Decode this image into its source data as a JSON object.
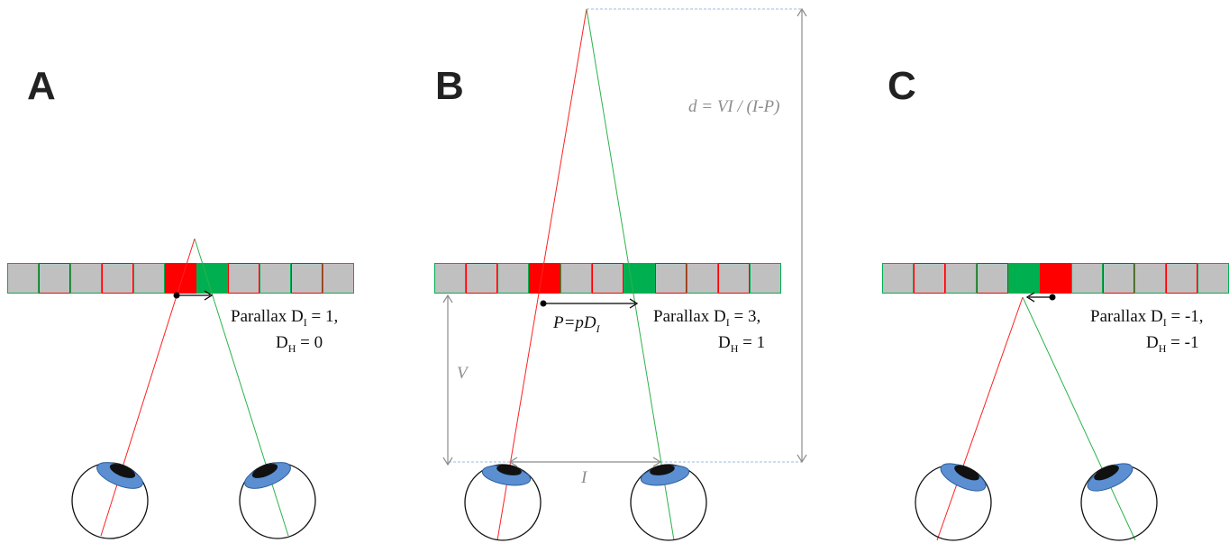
{
  "colors": {
    "cell_fill": "#c0c0c0",
    "red": "#ff0000",
    "green": "#00b050",
    "red_ray": "#ff2020",
    "green_ray": "#2db24a",
    "iris": "#5b8fd1",
    "pupil": "#111111",
    "dim": "#8c8c8c",
    "dim_dashed": "#9dbbe0"
  },
  "panels": [
    {
      "letter": "A",
      "parallax_text": "Parallax D",
      "parallax_sub": "I",
      "parallax_value": " = 1,",
      "dh_text": "D",
      "dh_sub": "H",
      "dh_value": " = 0"
    },
    {
      "letter": "B",
      "parallax_text": "Parallax D",
      "parallax_sub": "I",
      "parallax_value": " = 3,",
      "dh_text": "D",
      "dh_sub": "H",
      "dh_value": " = 1",
      "p_label_main": "P=pD",
      "p_label_sub": "I",
      "v_label": "V",
      "i_label": "I",
      "d_formula": "d = VI / (I-P)"
    },
    {
      "letter": "C",
      "parallax_text": "Parallax D",
      "parallax_sub": "I",
      "parallax_value": " = -1,",
      "dh_text": "D",
      "dh_sub": "H",
      "dh_value": " = -1"
    }
  ]
}
